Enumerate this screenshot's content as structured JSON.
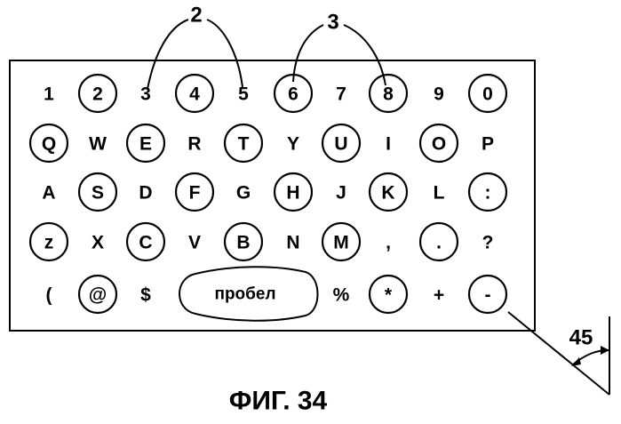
{
  "keyboard": {
    "rows": [
      [
        {
          "label": "1",
          "circled": false
        },
        {
          "label": "2",
          "circled": true
        },
        {
          "label": "3",
          "circled": false
        },
        {
          "label": "4",
          "circled": true
        },
        {
          "label": "5",
          "circled": false
        },
        {
          "label": "6",
          "circled": true
        },
        {
          "label": "7",
          "circled": false
        },
        {
          "label": "8",
          "circled": true
        },
        {
          "label": "9",
          "circled": false
        },
        {
          "label": "0",
          "circled": true
        }
      ],
      [
        {
          "label": "Q",
          "circled": true
        },
        {
          "label": "W",
          "circled": false
        },
        {
          "label": "E",
          "circled": true
        },
        {
          "label": "R",
          "circled": false
        },
        {
          "label": "T",
          "circled": true
        },
        {
          "label": "Y",
          "circled": false
        },
        {
          "label": "U",
          "circled": true
        },
        {
          "label": "I",
          "circled": false
        },
        {
          "label": "O",
          "circled": true
        },
        {
          "label": "P",
          "circled": false
        }
      ],
      [
        {
          "label": "A",
          "circled": false
        },
        {
          "label": "S",
          "circled": true
        },
        {
          "label": "D",
          "circled": false
        },
        {
          "label": "F",
          "circled": true
        },
        {
          "label": "G",
          "circled": false
        },
        {
          "label": "H",
          "circled": true
        },
        {
          "label": "J",
          "circled": false
        },
        {
          "label": "K",
          "circled": true
        },
        {
          "label": "L",
          "circled": false
        },
        {
          "label": ":",
          "circled": true
        }
      ],
      [
        {
          "label": "z",
          "circled": true
        },
        {
          "label": "X",
          "circled": false
        },
        {
          "label": "C",
          "circled": true
        },
        {
          "label": "V",
          "circled": false
        },
        {
          "label": "B",
          "circled": true
        },
        {
          "label": "N",
          "circled": false
        },
        {
          "label": "M",
          "circled": true
        },
        {
          "label": ",",
          "circled": false
        },
        {
          "label": ".",
          "circled": true
        },
        {
          "label": "?",
          "circled": false
        }
      ]
    ],
    "bottom_row": [
      {
        "label": "(",
        "circled": false
      },
      {
        "label": "@",
        "circled": true
      },
      {
        "label": "$",
        "circled": false
      },
      {
        "label": "%",
        "circled": false
      },
      {
        "label": "*",
        "circled": true
      },
      {
        "label": "+",
        "circled": false
      },
      {
        "label": "-",
        "circled": true
      }
    ],
    "space_label": "пробел"
  },
  "references": {
    "ref_a": "2",
    "ref_b": "3"
  },
  "angle_label": "45",
  "caption": "ФИГ. 34"
}
